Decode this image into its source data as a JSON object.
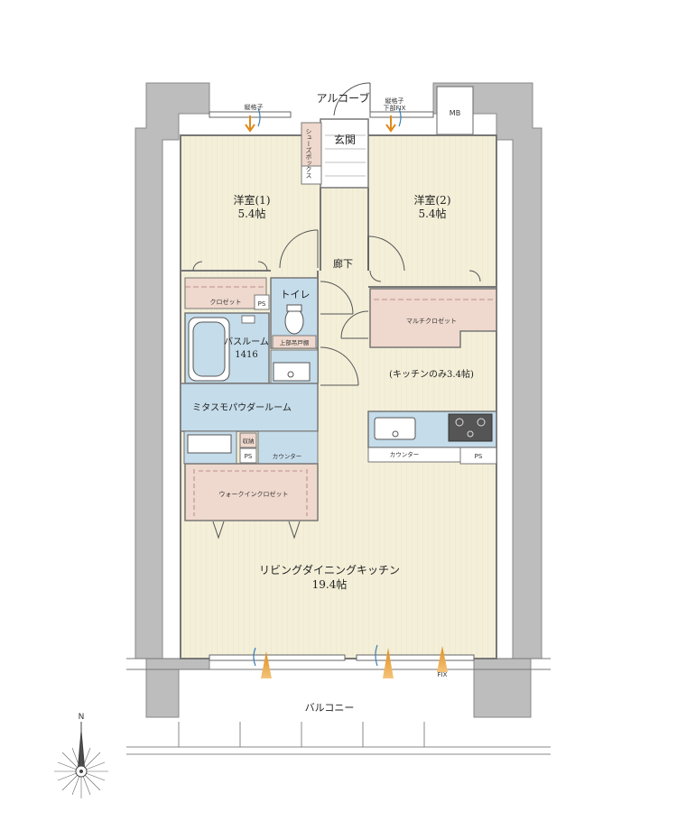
{
  "rooms": {
    "alcove": "アルコーブ",
    "lattice_left": "縦格子",
    "lattice_right_1": "縦格子",
    "lattice_right_2": "下部FIX",
    "mb": "MB",
    "shoe_box": "シューズボックス",
    "genkan": "玄関",
    "western1_name": "洋室(1)",
    "western1_size": "5.4帖",
    "western2_name": "洋室(2)",
    "western2_size": "5.4帖",
    "hallway": "廊下",
    "closet": "クロゼット",
    "ps1": "PS",
    "toilet": "トイレ",
    "upper_cabinet": "上部吊戸棚",
    "bathroom_name": "バスルーム",
    "bathroom_size": "1416",
    "multi_closet": "マルチクロゼット",
    "kitchen_note": "(キッチンのみ3.4帖)",
    "powder_room": "ミタスモパウダールーム",
    "storage": "収納",
    "ps2": "PS",
    "counter1": "カウンター",
    "counter2": "カウンター",
    "ps3": "PS",
    "walkin_closet": "ウォークインクロゼット",
    "ldk_name": "リビングダイニングキッチン",
    "ldk_size": "19.4帖",
    "fix": "FIX",
    "balcony": "バルコニー"
  },
  "compass": {
    "north": "N"
  },
  "colors": {
    "floor": "#f3efd9",
    "wet_area": "#c5dcea",
    "closet": "#efd8cd",
    "wall": "#9a9a9a",
    "shaft": "#bdbdbd",
    "arrow": "#e8a43c",
    "breeze": "#3a7fb5"
  }
}
